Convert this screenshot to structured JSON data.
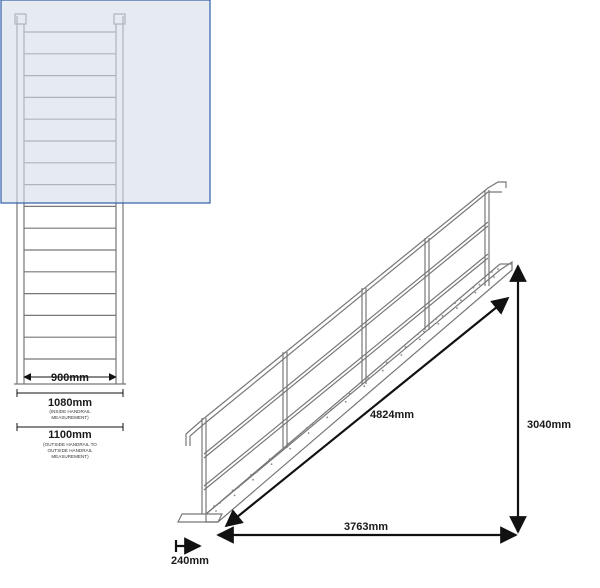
{
  "colors": {
    "line": "#777777",
    "dim": "#111111",
    "selection_fill": "#d6deea",
    "selection_stroke": "#2f5ea8"
  },
  "labels": {
    "inner_width": "900mm",
    "inside_handrail": "1080mm",
    "inside_handrail_note_1": "(INSIDE HANDRAIL",
    "inside_handrail_note_2": "MEASUREMENT)",
    "outside_handrail": "1100mm",
    "outside_handrail_note_1": "(OUTSIDE HANDRAIL TO",
    "outside_handrail_note_2": "OUTSIDE HANDRAIL",
    "outside_handrail_note_3": "MEASUREMENT)",
    "diagonal_length": "4824mm",
    "height": "3040mm",
    "run_length": "3763mm",
    "tread_depth": "240mm"
  },
  "selection": {
    "visible": true
  }
}
